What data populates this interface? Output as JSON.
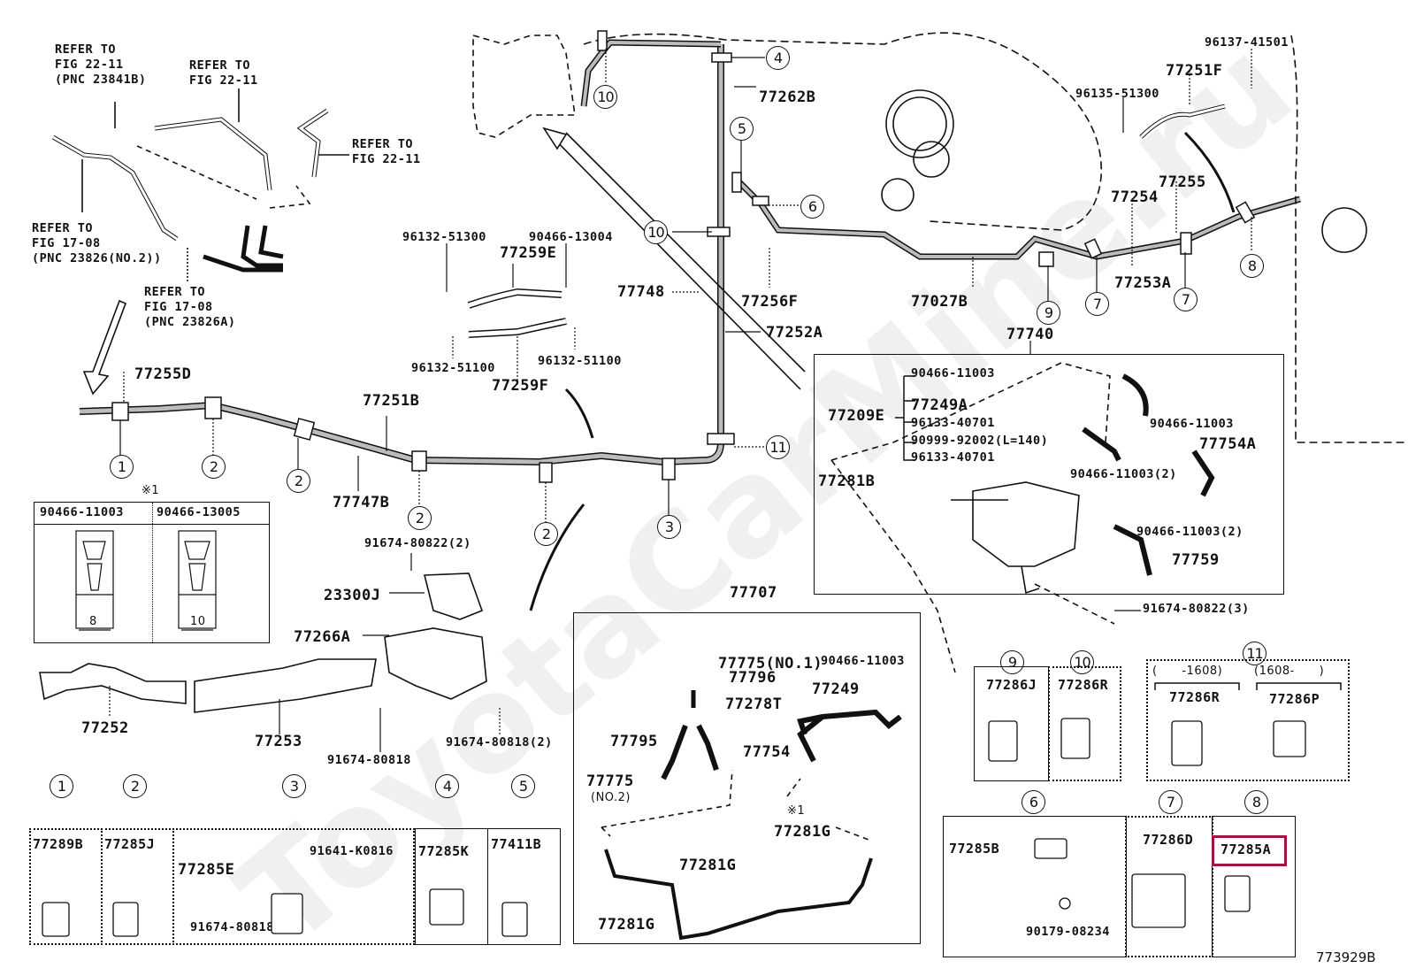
{
  "figure": {
    "id": "773929B",
    "watermark": "ToyotaCarMine.ru",
    "highlight_color": "#a0153e",
    "highlighted_part": "77285A"
  },
  "references": [
    {
      "text": "REFER TO\nFIG 22-11\n(PNC 23841B)"
    },
    {
      "text": "REFER TO\nFIG 22-11"
    },
    {
      "text": "REFER TO\nFIG 22-11"
    },
    {
      "text": "REFER TO\nFIG 17-08\n(PNC 23826(NO.2))"
    },
    {
      "text": "REFER TO\nFIG 17-08\n(PNC 23826A)"
    }
  ],
  "parts": {
    "p77262B": "77262B",
    "p77748": "77748",
    "p77252A": "77252A",
    "p77256F": "77256F",
    "p77027B": "77027B",
    "p96135_51300": "96135-51300",
    "p96137_41501": "96137-41501",
    "p77251F": "77251F",
    "p77254": "77254",
    "p77255": "77255",
    "p77253A": "77253A",
    "p96132_51300": "96132-51300",
    "p90466_13004": "90466-13004",
    "p77259E": "77259E",
    "p96132_51100a": "96132-51100",
    "p96132_51100b": "96132-51100",
    "p77259F": "77259F",
    "p77255D": "77255D",
    "p77251B": "77251B",
    "p77747B": "77747B",
    "p91674_80822_2": "91674-80822(2)",
    "p23300J": "23300J",
    "p77266A": "77266A",
    "p77252": "77252",
    "p77253": "77253",
    "p91674_80818": "91674-80818",
    "p91674_80818_2": "91674-80818(2)",
    "p77740": "77740",
    "p77209E": "77209E",
    "p90466_11003_a": "90466-11003",
    "p77249A": "77249A",
    "p96133_40701_a": "96133-40701",
    "p90999_92002": "90999-92002(L=140)",
    "p96133_40701_b": "96133-40701",
    "p90466_11003_b": "90466-11003",
    "p77754A": "77754A",
    "p77281B": "77281B",
    "p90466_11003_2a": "90466-11003(2)",
    "p90466_11003_2b": "90466-11003(2)",
    "p77759": "77759",
    "p91674_80822_3": "91674-80822(3)",
    "p77707": "77707",
    "p77775_no1": "77775(NO.1)",
    "p77796": "77796",
    "p77278T": "77278T",
    "p90466_11003_c": "90466-11003",
    "p77249": "77249",
    "p77795": "77795",
    "p77754": "77754",
    "p77775_no2": "77775",
    "no2": "(NO.2)",
    "p77281G_a": "77281G",
    "p77281G_b": "77281G",
    "p77281G_c": "77281G",
    "note1": "※1",
    "note1b": "※1"
  },
  "clip_table": {
    "note": "※1",
    "columns": [
      {
        "part": "90466-11003",
        "width": "8"
      },
      {
        "part": "90466-13005",
        "width": "10"
      }
    ]
  },
  "callouts_main": [
    "10",
    "4",
    "5",
    "6",
    "10",
    "11",
    "9",
    "7",
    "7",
    "8",
    "1",
    "2",
    "2",
    "2",
    "2",
    "3"
  ],
  "clip_panels": [
    {
      "num": "1",
      "part": "77289B"
    },
    {
      "num": "2",
      "part": "77285J"
    },
    {
      "num": "3",
      "part": "77285E",
      "extra": [
        "91641-K0816",
        "91674-80818"
      ]
    },
    {
      "num": "4",
      "part": "77285K"
    },
    {
      "num": "5",
      "part": "77411B"
    },
    {
      "num": "9",
      "part": "77286J"
    },
    {
      "num": "10",
      "part": "77286R"
    },
    {
      "num": "11",
      "variants": [
        {
          "range": "(      -1608)",
          "part": "77286R"
        },
        {
          "range": "(1608-      )",
          "part": "77286P"
        }
      ]
    },
    {
      "num": "6",
      "part": "77285B",
      "extra": [
        "90179-08234"
      ]
    },
    {
      "num": "7",
      "part": "77286D"
    },
    {
      "num": "8",
      "part": "77285A"
    }
  ]
}
